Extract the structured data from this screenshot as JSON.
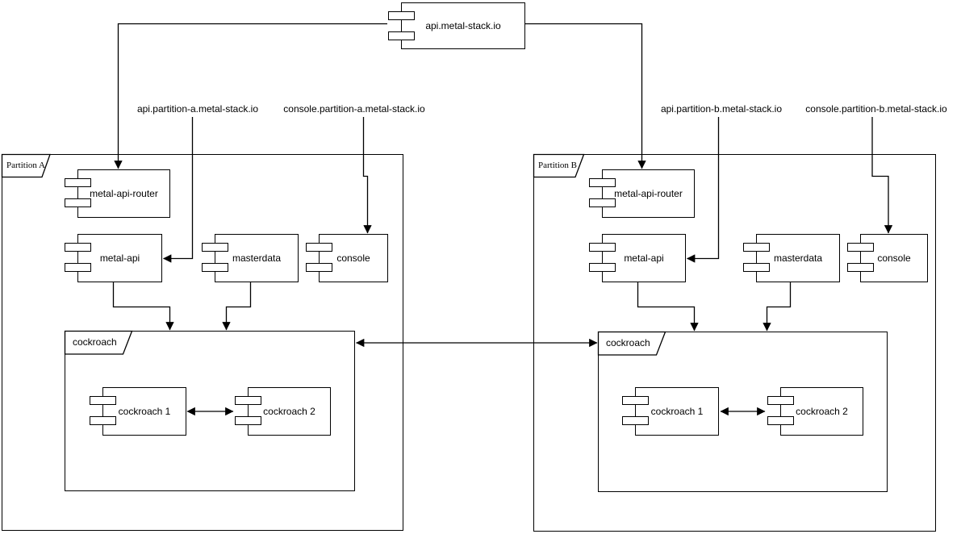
{
  "colors": {
    "stroke": "#000000",
    "background": "#ffffff",
    "text": "#000000"
  },
  "icons": {
    "component_icon": "uml-component-bars"
  },
  "top_component": {
    "label": "api.metal-stack.io"
  },
  "dns_labels": {
    "api_a": "api.partition-a.metal-stack.io",
    "console_a": "console.partition-a.metal-stack.io",
    "api_b": "api.partition-b.metal-stack.io",
    "console_b": "console.partition-b.metal-stack.io"
  },
  "partition_a": {
    "label": "Partition A",
    "router": "metal-api-router",
    "api": "metal-api",
    "masterdata": "masterdata",
    "console": "console",
    "cockroach": {
      "label": "cockroach",
      "node1": "cockroach 1",
      "node2": "cockroach 2"
    }
  },
  "partition_b": {
    "label": "Partition B",
    "router": "metal-api-router",
    "api": "metal-api",
    "masterdata": "masterdata",
    "console": "console",
    "cockroach": {
      "label": "cockroach",
      "node1": "cockroach 1",
      "node2": "cockroach 2"
    }
  }
}
